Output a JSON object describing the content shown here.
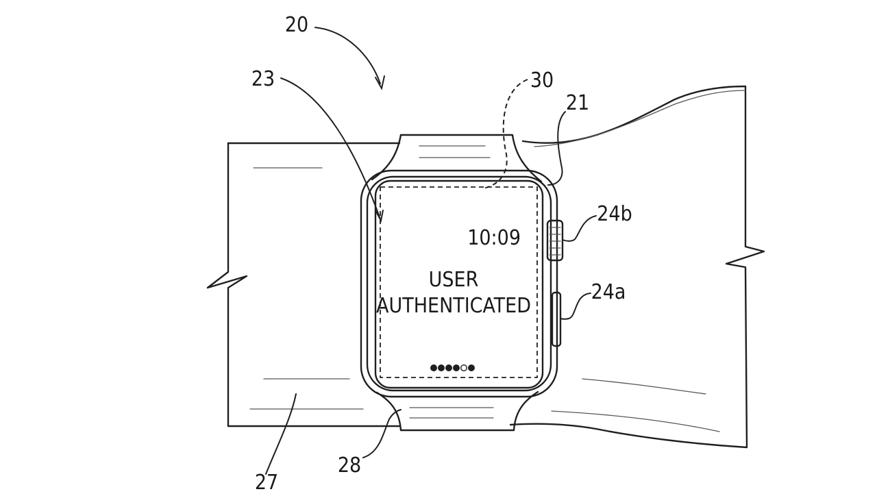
{
  "figure": {
    "reference_labels": {
      "device": "20",
      "screen": "23",
      "sensor": "30",
      "housing": "21",
      "crown": "24b",
      "button": "24a",
      "wrist": "27",
      "band": "28"
    },
    "watch_screen": {
      "time": "10:09",
      "message_line1": "USER",
      "message_line2": "AUTHENTICATED",
      "page_dots": {
        "total": 6,
        "active_index": 4
      }
    }
  },
  "colors": {
    "ink": "#1f1f1f",
    "paper": "#ffffff"
  }
}
